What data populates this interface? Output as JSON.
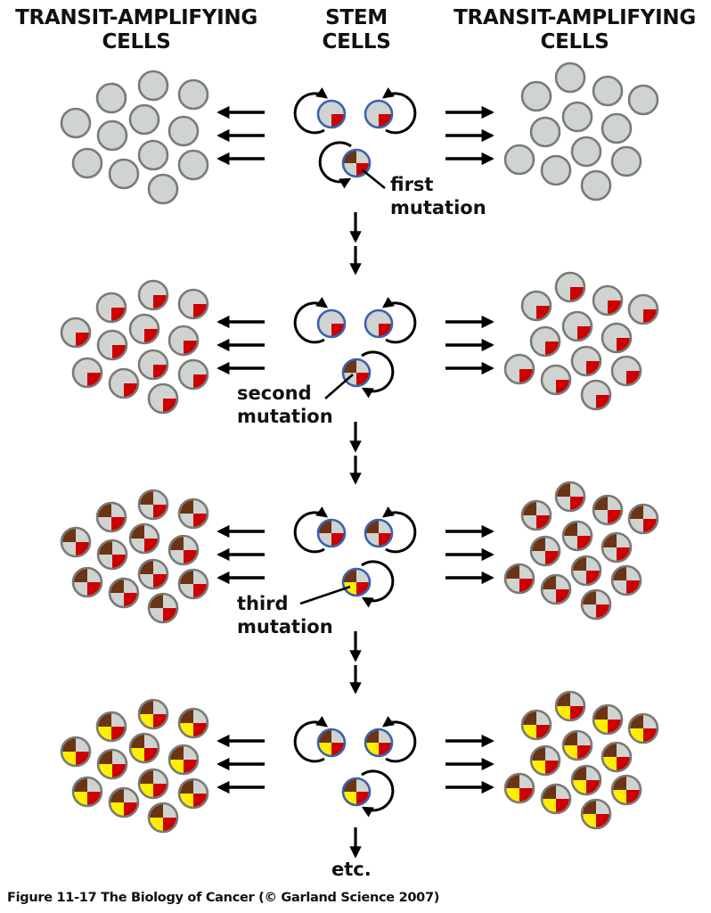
{
  "headers": {
    "left": [
      "TRANSIT-AMPLIFYING",
      "CELLS"
    ],
    "center": [
      "STEM",
      "CELLS"
    ],
    "right": [
      "TRANSIT-AMPLIFYING",
      "CELLS"
    ]
  },
  "colors": {
    "cytoplasm": "#cfd4d1",
    "ta_outline": "#7a7a78",
    "stem_outline": "#3a62b0",
    "mutation_1": "#cc0000",
    "mutation_2": "#6b3515",
    "mutation_3": "#ffee00",
    "arrow": "#000000"
  },
  "stages": [
    {
      "name": "initial",
      "mutations_in_ta": 0,
      "mutations_in_stem": [
        1,
        1,
        2
      ],
      "label": [
        "first",
        "mutation"
      ],
      "label_target": "mutant-stem-cell"
    },
    {
      "name": "after-first-mutation",
      "mutations_in_ta": 1,
      "mutations_in_stem": [
        1,
        1,
        2
      ],
      "label": [
        "second",
        "mutation"
      ],
      "label_target": "mutant-stem-cell"
    },
    {
      "name": "after-second-mutation",
      "mutations_in_ta": 2,
      "mutations_in_stem": [
        2,
        2,
        3
      ],
      "label": [
        "third",
        "mutation"
      ],
      "label_target": "mutant-stem-cell"
    },
    {
      "name": "after-third-mutation",
      "mutations_in_ta": 3,
      "mutations_in_stem": [
        3,
        3,
        3
      ],
      "label": null,
      "label_target": null
    }
  ],
  "cells_per_cluster": 12,
  "stem_cells_per_row": 3,
  "final_label": "etc.",
  "caption": "Figure 11-17  The Biology of Cancer (© Garland Science 2007)"
}
